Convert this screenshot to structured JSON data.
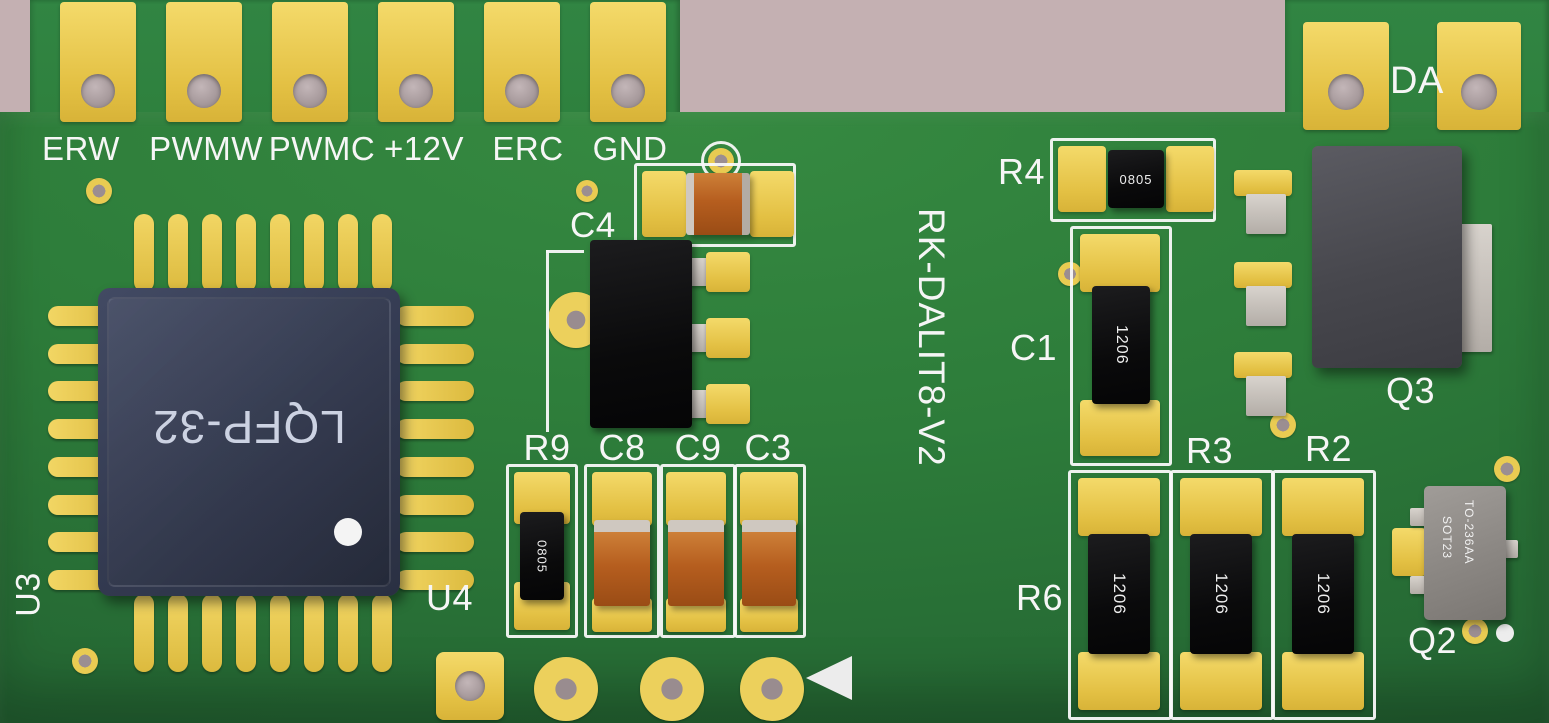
{
  "connector": {
    "labels": [
      "ERW",
      "PWMW",
      "PWMC",
      "+12V",
      "ERC",
      "GND"
    ]
  },
  "da_header": {
    "label": "DA"
  },
  "board": {
    "title_vertical": "RK-DALIT8-V2"
  },
  "u3": {
    "refdes": "U3",
    "marking": "LQFP-32"
  },
  "u4": {
    "refdes": "U4"
  },
  "c4": {
    "refdes": "C4"
  },
  "mid_row": {
    "r9": "R9",
    "c8": "C8",
    "c9": "C9",
    "c3": "C3",
    "r9_marking": "0805"
  },
  "r4": {
    "refdes": "R4",
    "marking": "0805"
  },
  "c1": {
    "refdes": "C1",
    "marking": "1206"
  },
  "r3": {
    "refdes": "R3"
  },
  "r2": {
    "refdes": "R2"
  },
  "r6": {
    "refdes": "R6"
  },
  "bottom_resistors": {
    "markings": [
      "1206",
      "1206",
      "1206"
    ]
  },
  "q2": {
    "refdes": "Q2",
    "marking_line1": "SOT23",
    "marking_line2": "TO-236AA"
  },
  "q3": {
    "refdes": "Q3"
  },
  "colors": {
    "board_green": "#2d7c3a",
    "pad_gold": "#e9c94f",
    "background_mauve": "#c4b0b2",
    "silkscreen_white": "#f4f4f4",
    "chip_navy": "#343b52",
    "component_black": "#0d0d0f",
    "capacitor_orange": "#b65e1f",
    "transistor_gray": "#4a4a50"
  }
}
